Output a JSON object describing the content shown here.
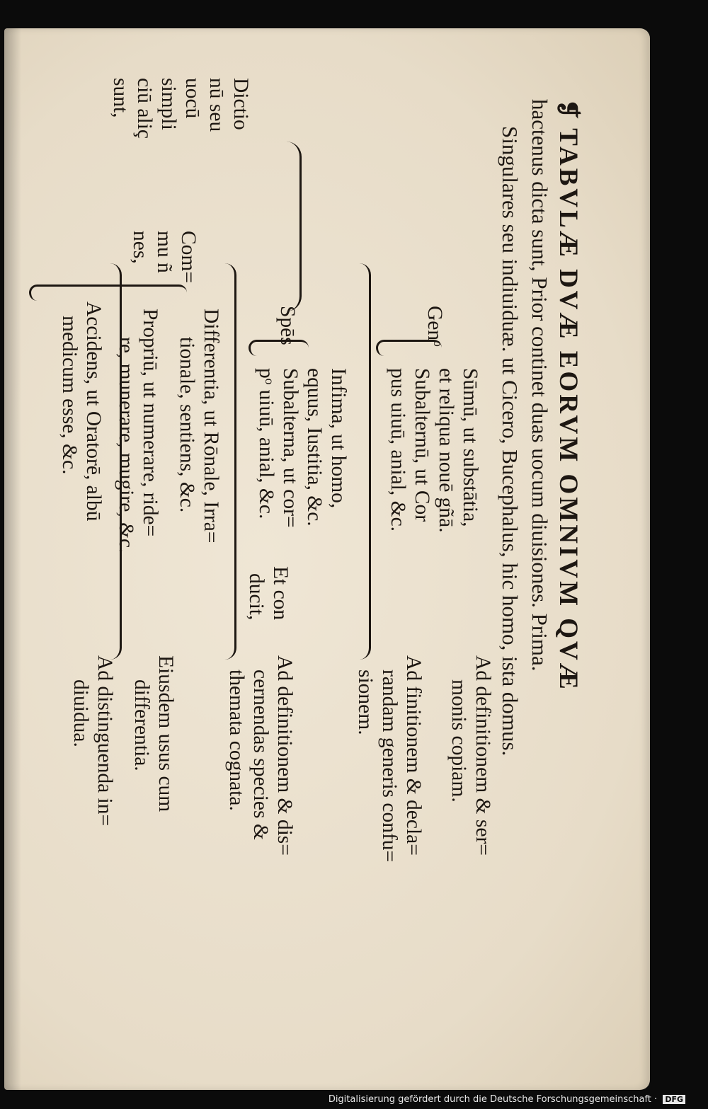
{
  "document": {
    "pilcrow": "❡",
    "title": "TABVLÆ DVÆ EORVM OMNIVM QVÆ",
    "intro": "hactenus dicta sunt, Prior continet duas uocum diuisiones. Prima.",
    "singulares": "Singulares seu indiuiduæ. ut Cicero, Bucephalus, hic homo, ista domus.",
    "singulares_note": [
      "Ad definitionem & ser=",
      "monis copiam."
    ],
    "dictio": [
      "Dictio",
      "nū seu",
      "uocū",
      "simpli",
      "ciū aliç",
      "sunt,"
    ],
    "genus_label": "Genᵒ",
    "genus": [
      "Sūmū, ut substātia,",
      "et reliqua nouē gñā.",
      "Subalternū, ut Cor",
      "pus uiuū, anial, &c."
    ],
    "genus_note": [
      "Ad finitionem & decla=",
      "randam generis confu=",
      "sionem."
    ],
    "species_label": "Spēs",
    "species": [
      "Infima, ut homo,",
      "equus, Iustitia, &c.",
      "Subalterna, ut cor=",
      "pᵒ uiuū, anial, &c."
    ],
    "et_con": [
      "Et con",
      "ducit,"
    ],
    "species_note": [
      "Ad definitionem & dis=",
      "cernendas species &",
      "themata cognata."
    ],
    "com_label": [
      "Com=",
      "mu ñ",
      "nes,"
    ],
    "differentia": [
      "Differentia, ut Rōnale, Irra=",
      "tionale, sentiens, &c."
    ],
    "differentia_note": [
      "Eiusdem usus cum",
      "differentia."
    ],
    "proprium": [
      "Propriū, ut numerare, ride=",
      "re, munerare, mugire, &c."
    ],
    "accidens": [
      "Accidens, ut Oratorē, albū",
      "medicum esse, &c."
    ],
    "accidens_note": [
      "Ad distinguenda in=",
      "diuidua."
    ]
  },
  "footer": {
    "text": "Digitalisierung gefördert durch die Deutsche Forschungsgemeinschaft ·",
    "logo": "DFG"
  }
}
